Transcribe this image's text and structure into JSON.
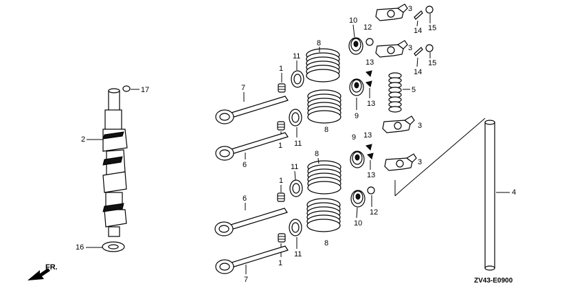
{
  "diagram_code": "ZV43-E0900",
  "direction_label": "FR.",
  "callouts": {
    "c17": "17",
    "c2": "2",
    "c16": "16",
    "c7a": "7",
    "c1a": "1",
    "c11a": "11",
    "c8a": "8",
    "c10a": "10",
    "c12a": "12",
    "c3a": "3",
    "c14a": "14",
    "c15a": "15",
    "c3b": "3",
    "c14b": "14",
    "c15b": "15",
    "c13a": "13",
    "c13b": "13",
    "c5": "5",
    "c9a": "9",
    "c8b": "8",
    "c11b": "11",
    "c1b": "1",
    "c6a": "6",
    "c3c": "3",
    "c13c": "13",
    "c9b": "9",
    "c13d": "13",
    "c3d": "3",
    "c8c": "8",
    "c11c": "11",
    "c1c": "1",
    "c4": "4",
    "c6b": "6",
    "c12b": "12",
    "c10b": "10",
    "c11d": "11",
    "c8d": "8",
    "c1d": "1",
    "c7b": "7"
  }
}
